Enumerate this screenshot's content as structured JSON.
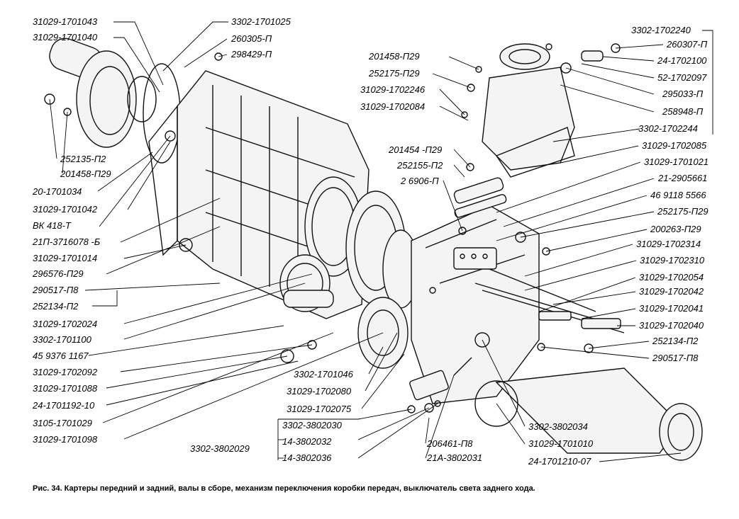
{
  "caption": "Рис. 34. Картеры передний и задний, валы в сборе, механизм переключения коробки передач, выключатель света заднего хода.",
  "labels": {
    "l01": "31029-1701043",
    "l02": "31029-1701040",
    "l03": "252135-П2",
    "l04": "201458-П29",
    "l05": "20-1701034",
    "l06": "31029-1701042",
    "l07": "ВК 418-Т",
    "l08": "21П-3716078 -Б",
    "l09": "31029-1701014",
    "l10": "296576-П29",
    "l11": "290517-П8",
    "l12": "252134-П2",
    "l13": "31029-1702024",
    "l14": "3302-1701100",
    "l15": "45 9376 1167",
    "l16": "31029-1702092",
    "l17": "31029-1701088",
    "l18": "24-1701192-10",
    "l19": "3105-1701029",
    "l20": "31029-1701098",
    "l21": "3302-1701025",
    "l22": "260305-П",
    "l23": "298429-П",
    "l24": "201458-П29",
    "l25": "252175-П29",
    "l26": "31029-1702246",
    "l27": "31029-1702084",
    "l28": "201454 -П29",
    "l29": "252155-П2",
    "l30": "2 6906-П",
    "l31": "3302-1701046",
    "l32": "31029-1702080",
    "l33": "31029-1702075",
    "l34": "3302-3802030",
    "l35": "3302-3802029",
    "l36": "14-3802032",
    "l37": "14-3802036",
    "l38": "206461-П8",
    "l39": "21А-3802031",
    "l40": "3302-3802034",
    "l41": "31029-1701010",
    "l42": "24-1701210-07",
    "l43": "3302-1702240",
    "l44": "260307-П",
    "l45": "24-1702100",
    "l46": "52-1702097",
    "l47": "295033-П",
    "l48": "258948-П",
    "l49": "3302-1702244",
    "l50": "31029-1702085",
    "l51": "31029-1701021",
    "l52": "21-2905661",
    "l53": "46 9118 5566",
    "l54": "252175-П29",
    "l55": "200263-П29",
    "l56": "31029-1702314",
    "l57": "31029-1702310",
    "l58": "31029-1702054",
    "l59": "31029-1702042",
    "l60": "31029-1702041",
    "l61": "31029-1702040",
    "l62": "252134-П2",
    "l63": "290517-П8"
  }
}
